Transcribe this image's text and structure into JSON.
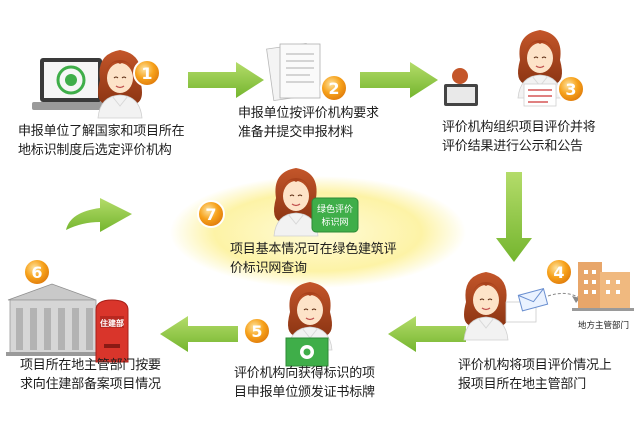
{
  "steps": [
    {
      "number": "1",
      "lines": [
        "申报单位了解国家和项目所在",
        "地标识制度后选定评价机构"
      ]
    },
    {
      "number": "2",
      "lines": [
        "申报单位按评价机构要求",
        "准备并提交申报材料"
      ]
    },
    {
      "number": "3",
      "lines": [
        "评价机构组织项目评价并将",
        "评价结果进行公示和公告"
      ]
    },
    {
      "number": "4",
      "lines": [
        "评价机构将项目评价情况上",
        "报项目所在地主管部门"
      ]
    },
    {
      "number": "5",
      "lines": [
        "评价机构向获得标识的项",
        "目申报单位颁发证书标牌"
      ]
    },
    {
      "number": "6",
      "lines": [
        "项目所在地主管部门按要",
        "求向住建部备案项目情况"
      ]
    },
    {
      "number": "7",
      "lines": [
        "项目基本情况可在绿色建筑评",
        "价标识网查询"
      ]
    }
  ],
  "labels": {
    "website_sign": [
      "绿色评价",
      "标识网"
    ],
    "local_authority": "地方主管部门",
    "mohurd_sign": "住建部"
  },
  "colors": {
    "arrow_green": "#8cc63f",
    "badge_orange": "#f7a21b",
    "card_green": "#3fae49",
    "glow_yellow": "#fdf3a6"
  }
}
